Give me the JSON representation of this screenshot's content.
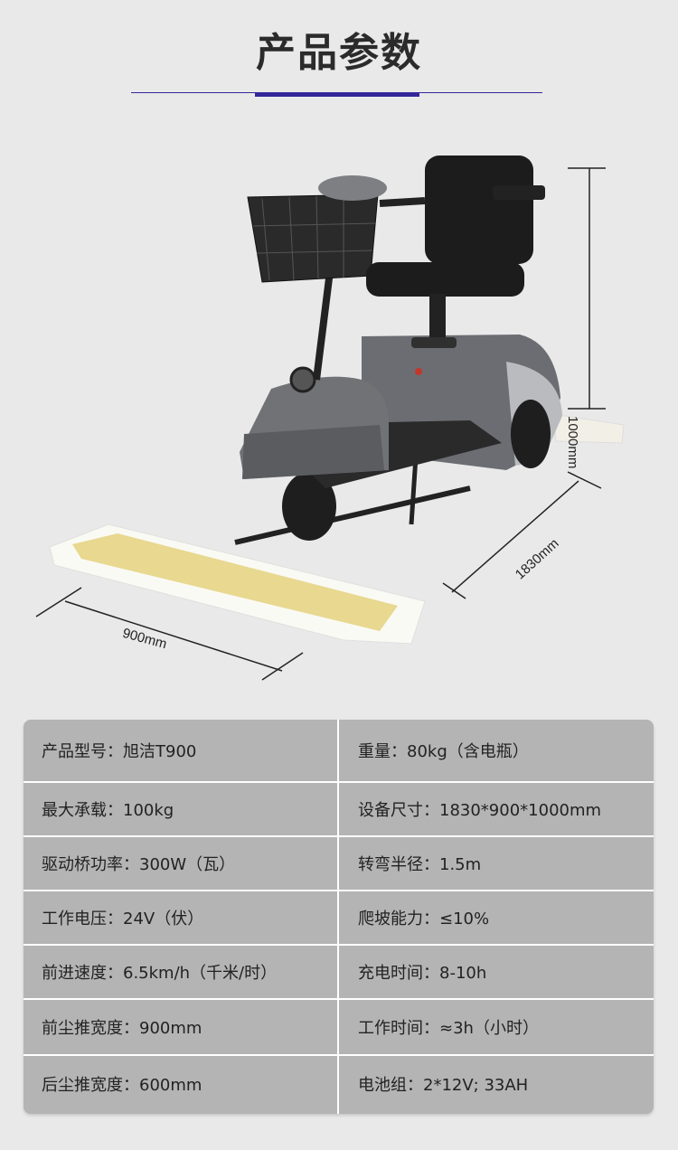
{
  "header": {
    "title": "产品参数",
    "accent_color": "#33279a"
  },
  "product_image": {
    "dimensions": {
      "height": "1000mm",
      "length": "1830mm",
      "width": "900mm"
    }
  },
  "specs": {
    "rows": [
      {
        "left": "产品型号：旭洁T900",
        "right": "重量：80kg（含电瓶）"
      },
      {
        "left": "最大承载：100kg",
        "right": "设备尺寸：1830*900*1000mm"
      },
      {
        "left": "驱动桥功率：300W（瓦）",
        "right": "转弯半径：1.5m"
      },
      {
        "left": "工作电压：24V（伏）",
        "right": "爬坡能力：≤10%"
      },
      {
        "left": "前进速度：6.5km/h（千米/时）",
        "right": "充电时间：8-10h"
      },
      {
        "left": "前尘推宽度：900mm",
        "right": "工作时间：≈3h（小时）"
      },
      {
        "left": "后尘推宽度：600mm",
        "right": "电池组：2*12V; 33AH"
      }
    ]
  }
}
